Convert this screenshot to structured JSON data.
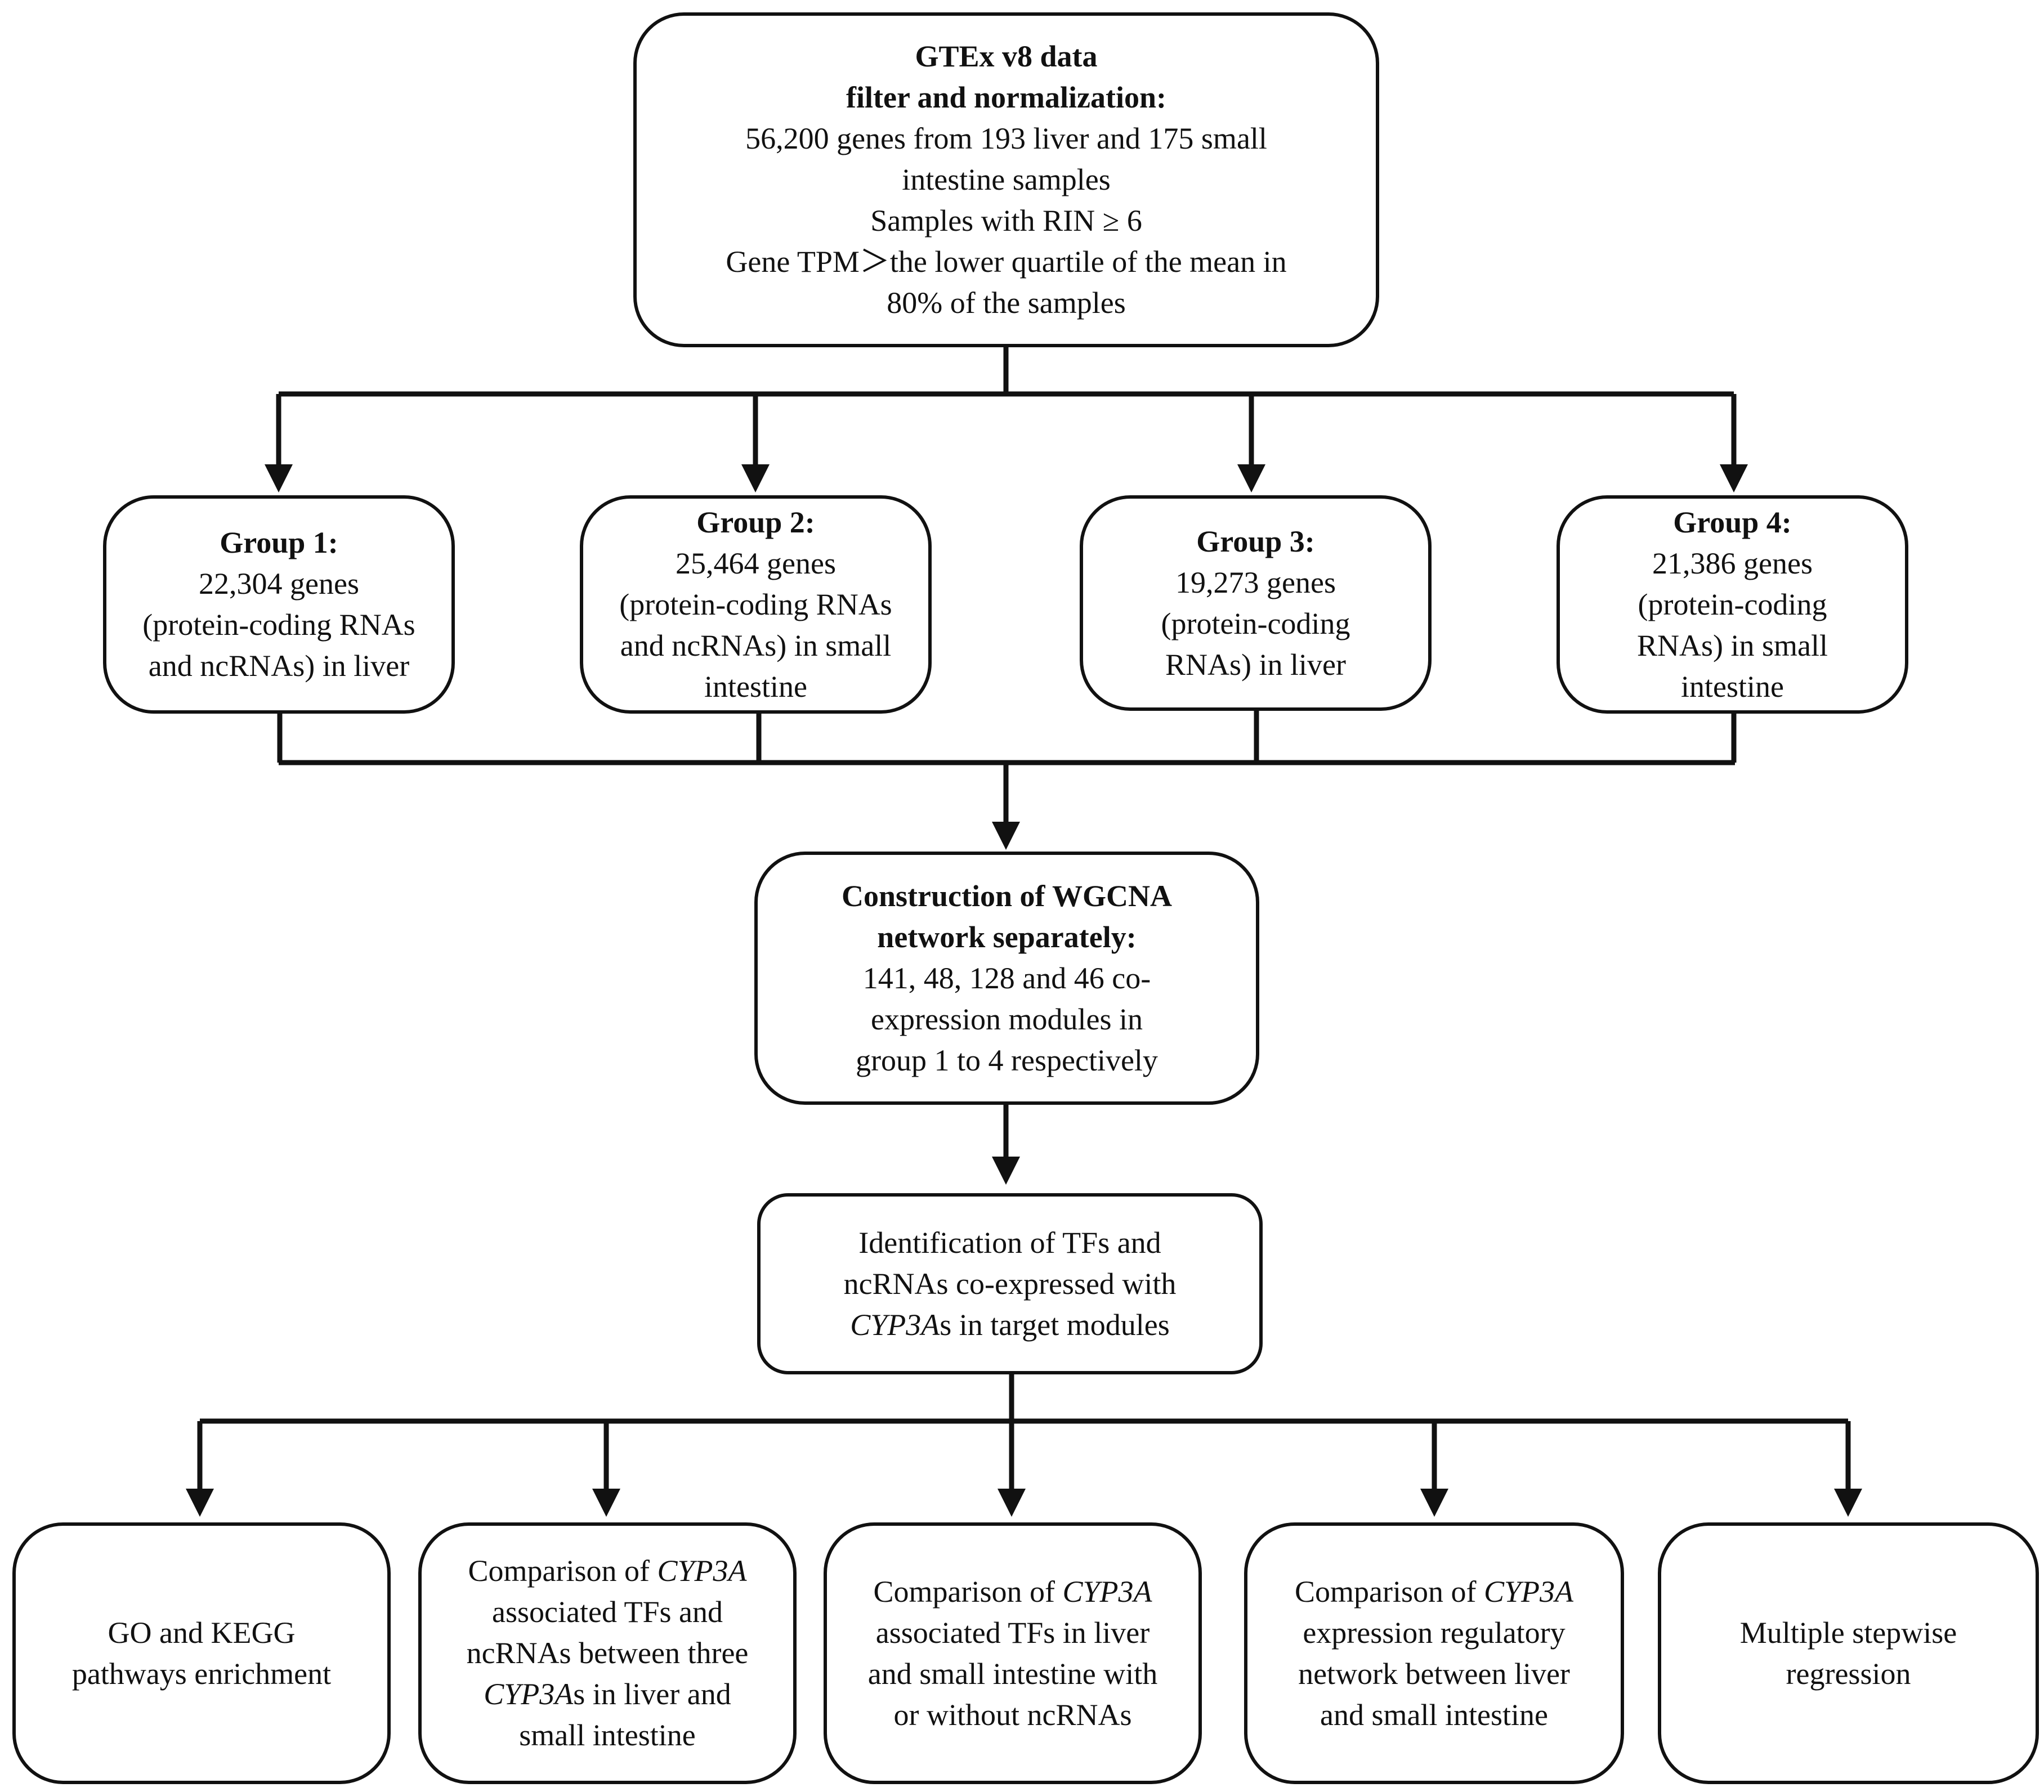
{
  "top": {
    "title": [
      "GTEx v8 data",
      "filter and normalization:"
    ],
    "lines": [
      "56,200 genes from 193 liver and 175 small",
      "intestine samples",
      "Samples with RIN ≥ 6",
      "Gene TPM＞the lower quartile of the mean in",
      "80% of the samples"
    ]
  },
  "groups": [
    {
      "title": "Group 1:",
      "lines": [
        "22,304 genes",
        "(protein-coding RNAs",
        "and ncRNAs) in liver"
      ]
    },
    {
      "title": "Group 2:",
      "lines": [
        "25,464 genes",
        "(protein-coding RNAs",
        "and ncRNAs) in small",
        "intestine"
      ]
    },
    {
      "title": "Group 3:",
      "lines": [
        "19,273 genes",
        "(protein-coding",
        "RNAs) in liver"
      ]
    },
    {
      "title": "Group 4:",
      "lines": [
        "21,386 genes",
        "(protein-coding",
        "RNAs) in small",
        "intestine"
      ]
    }
  ],
  "wgcna": {
    "title": [
      "Construction of WGCNA",
      "network separately:"
    ],
    "lines": [
      "141, 48, 128 and 46 co-",
      "expression modules in",
      "group 1 to 4 respectively"
    ]
  },
  "identification": {
    "line1": "Identification of TFs and",
    "line2": "ncRNAs co-expressed with",
    "line3_italic": "CYP3A",
    "line3_rest": "s in target modules"
  },
  "outputs": {
    "go": [
      "GO and KEGG",
      "pathways enrichment"
    ],
    "comp1": {
      "l1_pre": "Comparison of ",
      "l1_it": "CYP3A",
      "l2": "associated TFs and",
      "l3": "ncRNAs between three",
      "l4_it": "CYP3A",
      "l4_rest": "s in liver and",
      "l5": "small intestine"
    },
    "comp2": {
      "l1_pre": "Comparison of ",
      "l1_it": "CYP3A",
      "l2": "associated TFs in liver",
      "l3": "and small intestine with",
      "l4": "or without ncRNAs"
    },
    "comp3": {
      "l1_pre": "Comparison of  ",
      "l1_it": "CYP3A",
      "l2": "expression regulatory",
      "l3": "network between liver",
      "l4": "and small intestine"
    },
    "regression": [
      "Multiple stepwise",
      "regression"
    ]
  }
}
